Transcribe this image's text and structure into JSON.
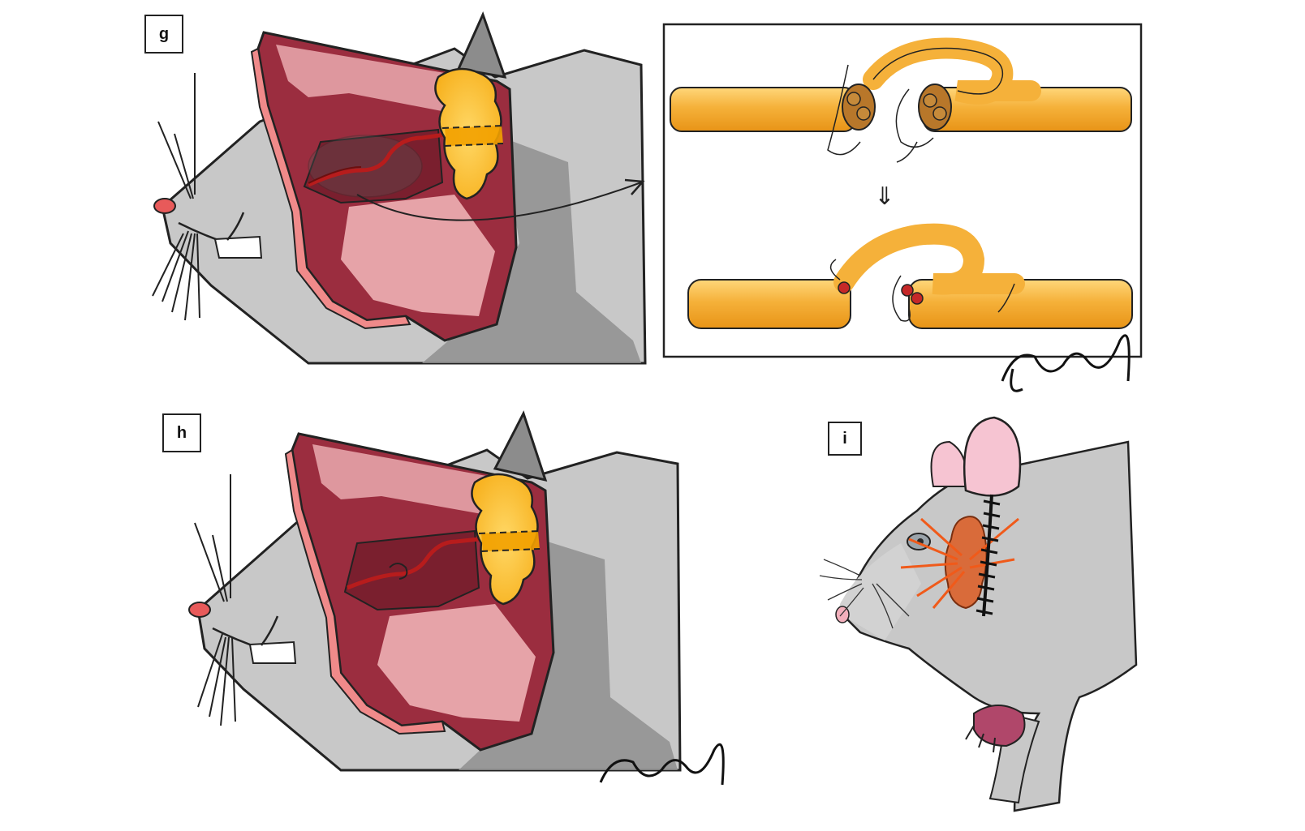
{
  "panels": {
    "g": {
      "label": "g"
    },
    "h": {
      "label": "h"
    },
    "i": {
      "label": "i"
    }
  },
  "signature": "J.Jouf",
  "colors": {
    "skin_grey": "#c8c8c8",
    "skin_shadow": "#8c8c8c",
    "flap_dark": "#9b2d3f",
    "flap_mid": "#b8505c",
    "flap_light": "#e6a3a8",
    "flap_edge": "#f08a8a",
    "gland_yellow": "#ffc93a",
    "gland_orange": "#f2a100",
    "nerve_orange": "#f5b13a",
    "nerve_red": "#c62828",
    "suture_black": "#111111",
    "ear_pink": "#f6c4d2",
    "paw_pink": "#b0476a",
    "nose_red": "#e85a5a"
  },
  "icons": {
    "down_arrow": "double-down-arrow-icon",
    "curved_arrow": "curved-arrow-icon"
  }
}
